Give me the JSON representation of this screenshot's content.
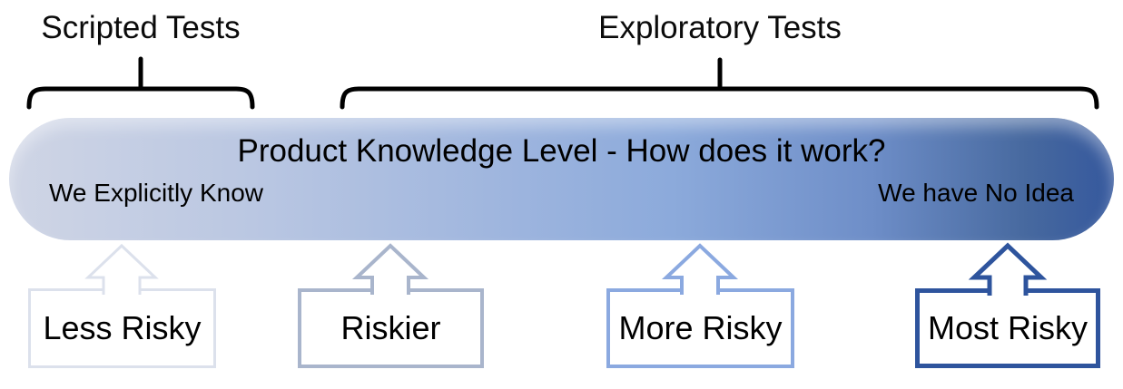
{
  "header": {
    "scripted_label": "Scripted Tests",
    "exploratory_label": "Exploratory Tests",
    "brace_color": "#000000"
  },
  "knowledge_bar": {
    "title": "Product Knowledge Level - How does it work?",
    "left_end_label": "We Explicitly Know",
    "right_end_label": "We have No Idea",
    "gradient_start_color": "#cfd5e5",
    "gradient_end_color": "#35589d",
    "text_color": "#000000"
  },
  "risk_boxes": [
    {
      "label": "Less Risky",
      "border_color": "#dce1ec"
    },
    {
      "label": "Riskier",
      "border_color": "#a9b5cc"
    },
    {
      "label": "More Risky",
      "border_color": "#8ba9e0"
    },
    {
      "label": "Most Risky",
      "border_color": "#2e549d"
    }
  ]
}
